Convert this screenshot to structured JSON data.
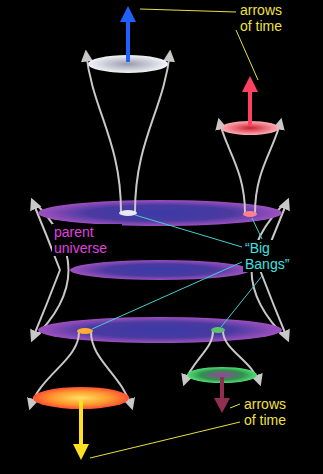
{
  "diagram": {
    "labels": [
      "arrows of time",
      "parent universe",
      "“Big Bangs”",
      "arrows of time"
    ]
  }
}
